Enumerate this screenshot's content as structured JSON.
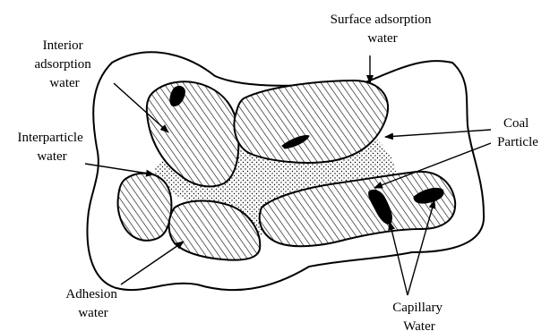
{
  "labels": {
    "surface_adsorption": [
      "Surface adsorption",
      "water"
    ],
    "interior_adsorption": [
      "Interior",
      "adsorption",
      "water"
    ],
    "interparticle": [
      "Interparticle",
      "water"
    ],
    "coal_particle": [
      "Coal",
      "Particle"
    ],
    "adhesion": [
      "Adhesion",
      "water"
    ],
    "capillary": [
      "Capillary",
      "Water"
    ]
  }
}
